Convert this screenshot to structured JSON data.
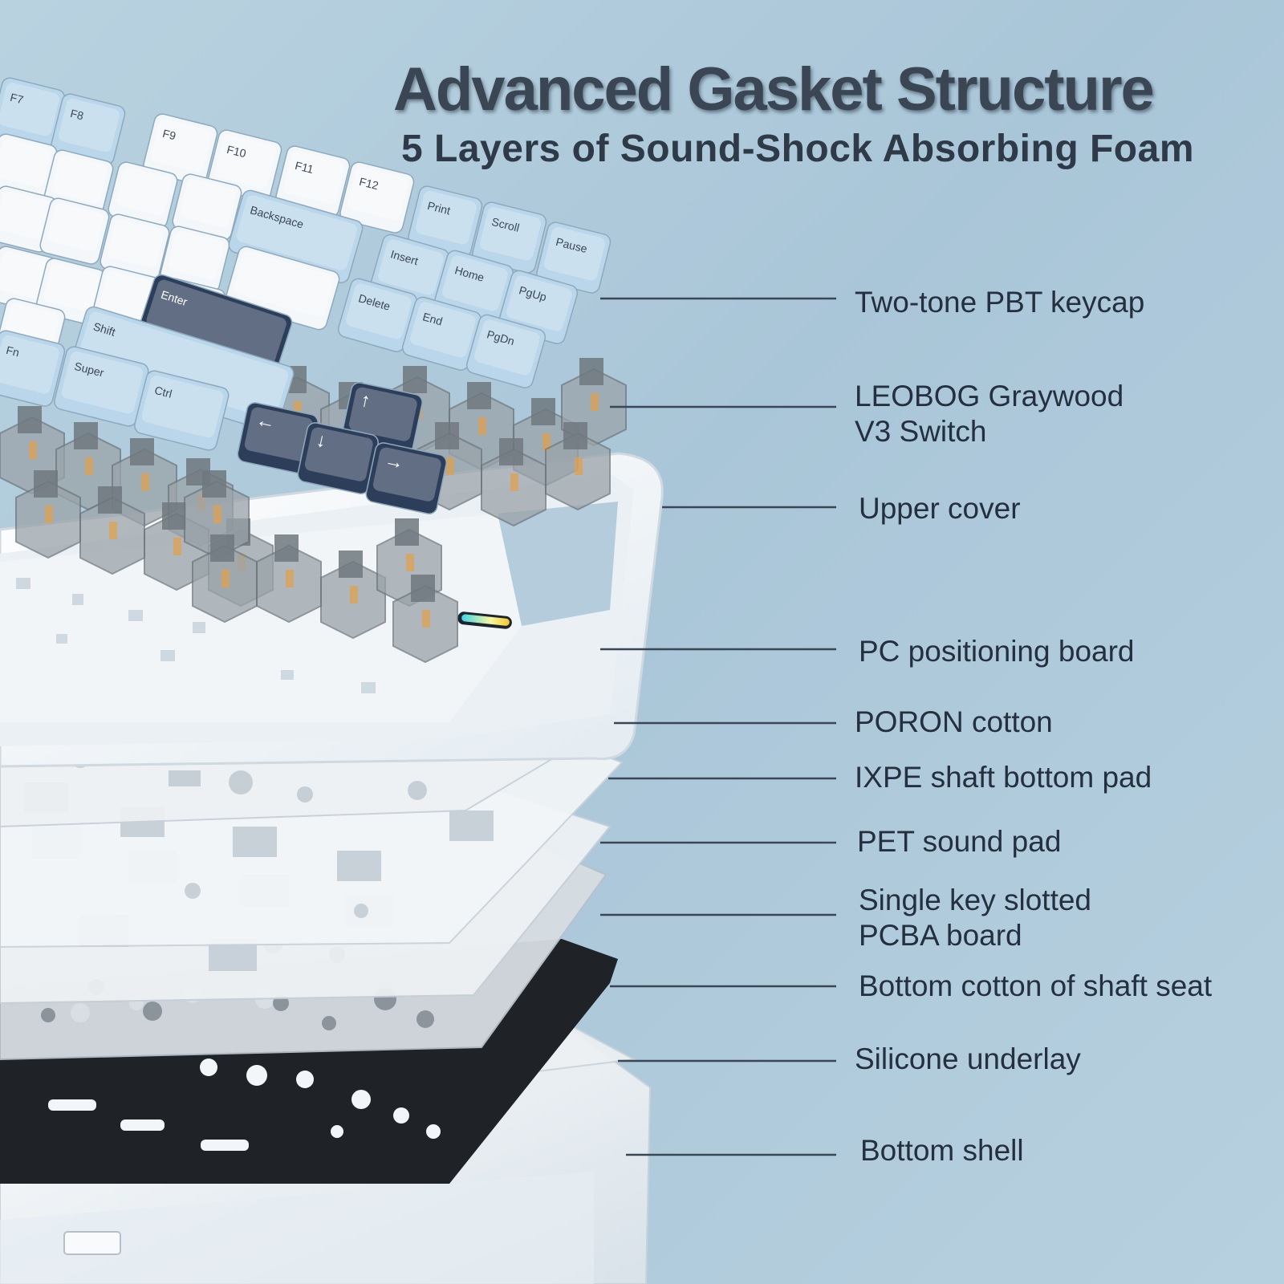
{
  "header": {
    "title": "Advanced Gasket Structure",
    "subtitle": "5 Layers of Sound-Shock Absorbing Foam"
  },
  "callouts": [
    {
      "lines": [
        "Two-tone PBT keycap"
      ]
    },
    {
      "lines": [
        "LEOBOG Graywood",
        "V3 Switch"
      ]
    },
    {
      "lines": [
        "Upper cover"
      ]
    },
    {
      "lines": [
        "PC positioning board"
      ]
    },
    {
      "lines": [
        "PORON cotton"
      ]
    },
    {
      "lines": [
        "IXPE shaft bottom pad"
      ]
    },
    {
      "lines": [
        "PET sound pad"
      ]
    },
    {
      "lines": [
        "Single key slotted",
        "PCBA board"
      ]
    },
    {
      "lines": [
        "Bottom cotton of shaft seat"
      ]
    },
    {
      "lines": [
        "Silicone underlay"
      ]
    },
    {
      "lines": [
        "Bottom shell"
      ]
    }
  ],
  "keycaps": {
    "fn_row": [
      "F7",
      "F8",
      "F9",
      "F10",
      "F11",
      "F12",
      "Print",
      "Scroll",
      "Pause"
    ],
    "nav_row_1": [
      "Backspace",
      "Insert",
      "Home",
      "PgUp"
    ],
    "nav_row_2": [
      "Delete",
      "End",
      "PgDn"
    ],
    "enter": "Enter",
    "shift": "Shift",
    "fn": "Fn",
    "super": "Super",
    "ctrl": "Ctrl",
    "arrows": [
      "↑",
      "←",
      "↓",
      "→"
    ]
  },
  "colors": {
    "background": "#b0cadb",
    "keycap_light_blue": "#b9d6ea",
    "keycap_white": "#f4f7fa",
    "keycap_navy": "#2c3e5a",
    "plate_white": "#f2f6f9",
    "foam_black": "#1f2226",
    "leader_line": "#3a4656",
    "text": "#243040"
  }
}
